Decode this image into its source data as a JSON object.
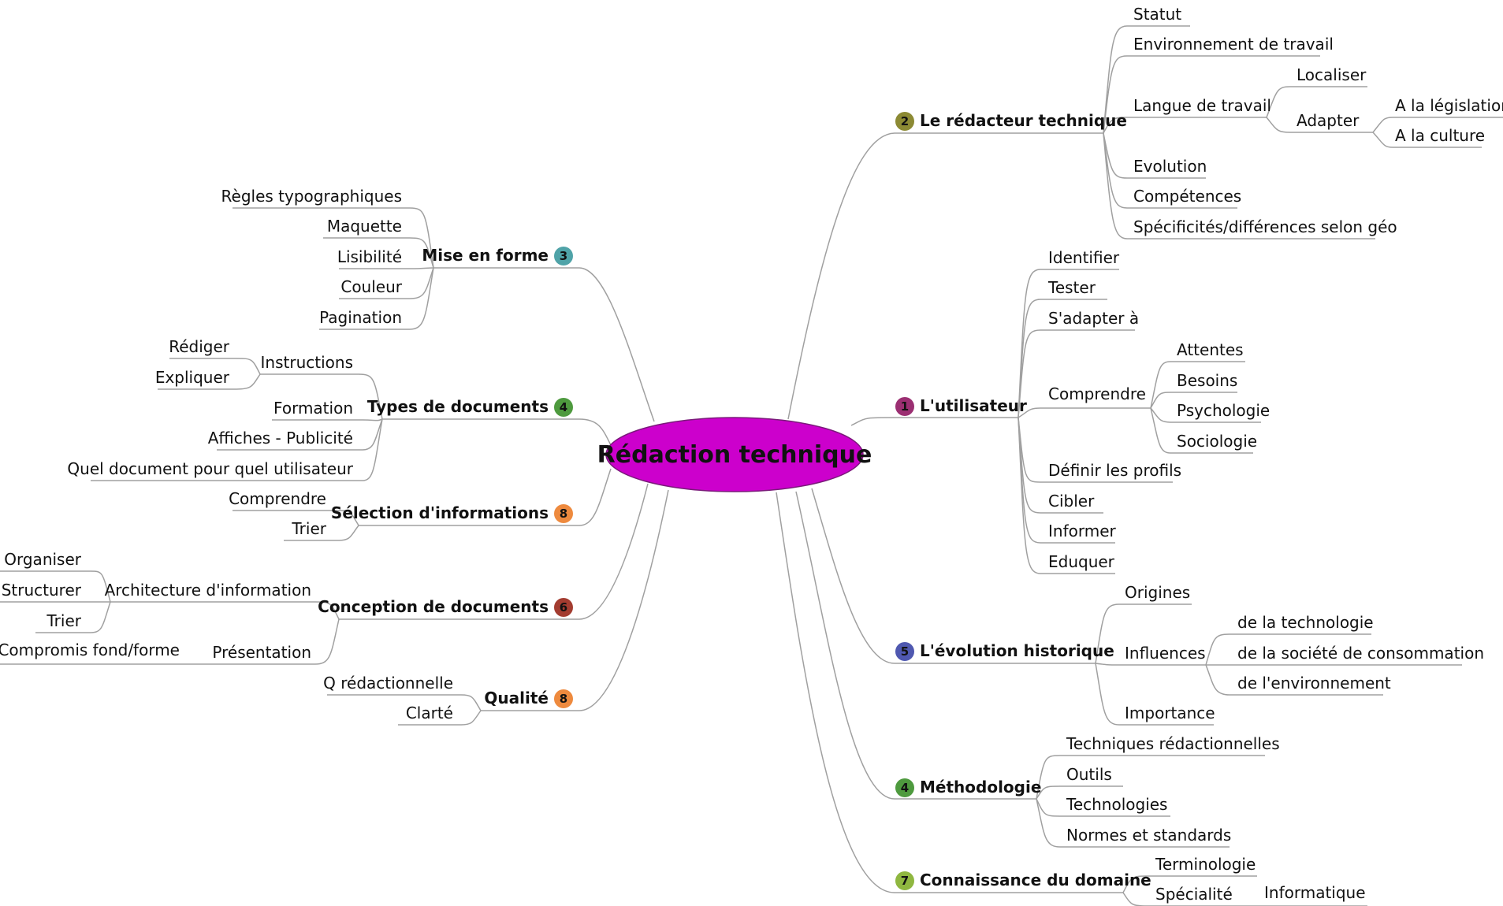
{
  "center": {
    "label": "Rédaction technique",
    "color": "#cc00cc"
  },
  "badge_colors": {
    "1": "#9b2f72",
    "2": "#8c8a34",
    "3": "#4fa3a8",
    "4": "#4e9a3e",
    "5": "#4f58b0",
    "6": "#a33c30",
    "7": "#8fb740",
    "8": "#ee8a3e"
  },
  "branches": {
    "redacteur": {
      "label": "Le rédacteur technique",
      "badge": "2",
      "statut": "Statut",
      "environnement": "Environnement de travail",
      "langue": "Langue de travail",
      "localiser": "Localiser",
      "adapter": "Adapter",
      "legislation": "A la législation",
      "culture": "A la culture",
      "evolution": "Evolution",
      "competences": "Compétences",
      "specificites": "Spécificités/différences selon géo"
    },
    "utilisateur": {
      "label": "L'utilisateur",
      "badge": "1",
      "identifier": "Identifier",
      "tester": "Tester",
      "sadapter": "S'adapter à",
      "comprendre": "Comprendre",
      "attentes": "Attentes",
      "besoins": "Besoins",
      "psychologie": "Psychologie",
      "sociologie": "Sociologie",
      "definir": "Définir les profils",
      "cibler": "Cibler",
      "informer": "Informer",
      "eduquer": "Eduquer"
    },
    "evolution": {
      "label": "L'évolution historique",
      "badge": "5",
      "origines": "Origines",
      "influences": "Influences",
      "techno": "de la technologie",
      "societe": "de la société de consommation",
      "environnement": "de l'environnement",
      "importance": "Importance"
    },
    "methodologie": {
      "label": "Méthodologie",
      "badge": "4",
      "techniques": "Techniques rédactionnelles",
      "outils": "Outils",
      "technologies": "Technologies",
      "normes": "Normes et standards"
    },
    "domaine": {
      "label": "Connaissance du domaine",
      "badge": "7",
      "terminologie": "Terminologie",
      "specialite": "Spécialité",
      "informatique": "Informatique"
    },
    "mise_en_forme": {
      "label": "Mise en forme",
      "badge": "3",
      "regles": "Règles typographiques",
      "maquette": "Maquette",
      "lisibilite": "Lisibilité",
      "couleur": "Couleur",
      "pagination": "Pagination"
    },
    "types": {
      "label": "Types de documents",
      "badge": "4",
      "instructions": "Instructions",
      "rediger": "Rédiger",
      "expliquer": "Expliquer",
      "formation": "Formation",
      "affiches": "Affiches - Publicité",
      "quel": "Quel document pour quel utilisateur"
    },
    "selection": {
      "label": "Sélection d'informations",
      "badge": "8",
      "comprendre": "Comprendre",
      "trier": "Trier"
    },
    "conception": {
      "label": "Conception de documents",
      "badge": "6",
      "architecture": "Architecture d'information",
      "organiser": "Organiser",
      "structurer": "Structurer",
      "trier": "Trier",
      "presentation": "Présentation",
      "compromis": "Compromis fond/forme"
    },
    "qualite": {
      "label": "Qualité",
      "badge": "8",
      "q_redac": "Q rédactionnelle",
      "clarte": "Clarté"
    }
  }
}
